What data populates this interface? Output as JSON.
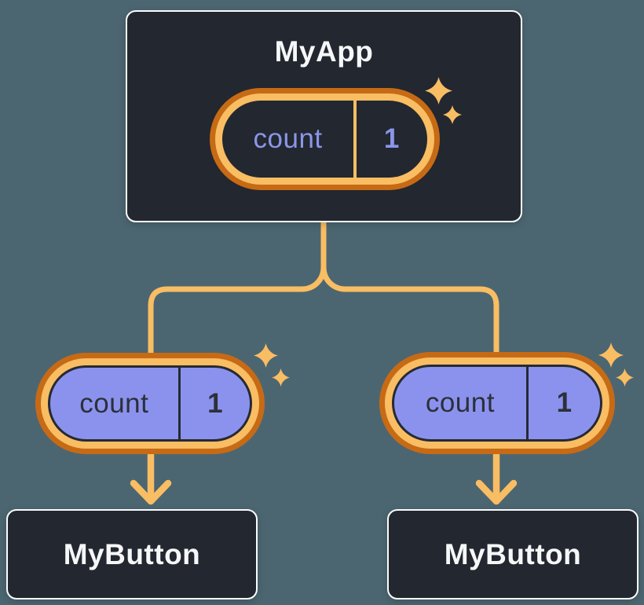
{
  "diagram": {
    "root": {
      "title": "MyApp",
      "state": {
        "label": "count",
        "value": "1"
      }
    },
    "children": [
      {
        "title": "MyButton",
        "prop": {
          "label": "count",
          "value": "1"
        }
      },
      {
        "title": "MyButton",
        "prop": {
          "label": "count",
          "value": "1"
        }
      }
    ]
  },
  "icons": {
    "sparkle": "four-point-star",
    "arrow": "arrow-down"
  },
  "colors": {
    "background": "#4c6671",
    "node_background": "#23272f",
    "node_border": "#fbfcfd",
    "node_text": "#f6f7f9",
    "orange_dark": "#c76a15",
    "orange_light": "#f9bd63",
    "purple_fill": "#8b92ee",
    "purple_text": "#8a96e8",
    "dark_text": "#2c3039"
  }
}
